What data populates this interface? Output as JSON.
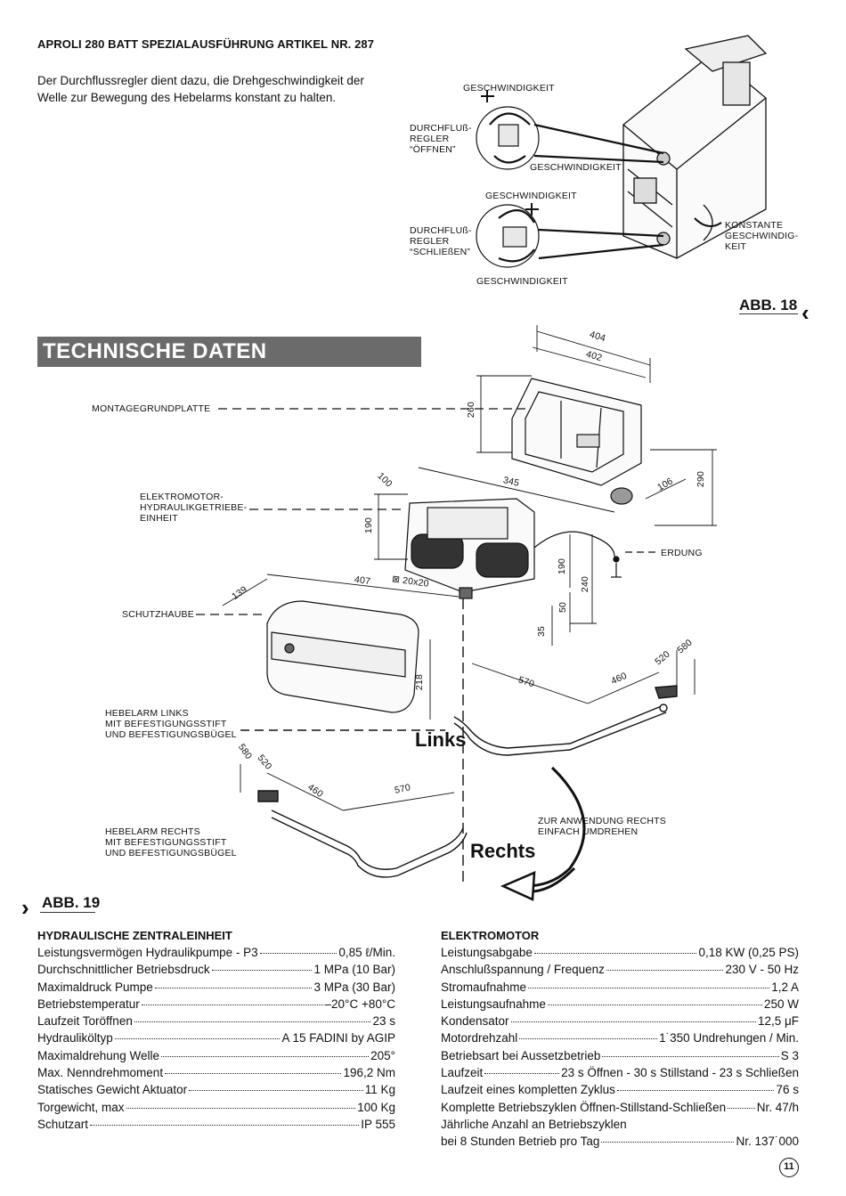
{
  "header": {
    "title": "APROLI 280 BATT SPEZIALAUSFÜHRUNG ARTIKEL NR. 287",
    "intro": "Der Durchflussregler dient dazu, die Drehgeschwindigkeit der Welle zur Bewegung des Hebelarms konstant zu halten."
  },
  "fig18": {
    "caption": "ABB. 18",
    "labels": {
      "speed_top": "GESCHWINDIGKEIT",
      "regler_open": "DURCHFLUß-\nREGLER\n“ÖFFNEN”",
      "speed_open_minus": "GESCHWINDIGKEIT",
      "speed_mid": "GESCHWINDIGKEIT",
      "regler_close": "DURCHFLUß-\nREGLER\n“SCHLIEßEN”",
      "speed_bottom": "GESCHWINDIGKEIT",
      "constant": "KONSTANTE\nGESCHWINDIG-\nKEIT"
    }
  },
  "section_title": "TECHNISCHE DATEN",
  "fig19": {
    "caption": "ABB. 19",
    "labels": {
      "montage": "MONTAGEGRUNDPLATTE",
      "motor": "ELEKTROMOTOR-\nHYDRAULIKGETRIEBE-\nEINHEIT",
      "erdung": "ERDUNG",
      "schutzhaube": "SCHUTZHAUBE",
      "hebel_links": "HEBELARM LINKS\nMIT BEFESTIGUNGSSTIFT\nUND BEFESTIGUNGSBÜGEL",
      "hebel_rechts": "HEBELARM RECHTS\nMIT BEFESTIGUNGSSTIFT\nUND BEFESTIGUNGSBÜGEL",
      "umdrehen": "ZUR ANWENDUNG RECHTS\nEINFACH UMDREHEN",
      "links": "Links",
      "rechts": "Rechts"
    },
    "dimensions": {
      "d404": "404",
      "d402": "402",
      "d260": "260",
      "d345": "345",
      "d106": "106",
      "d290": "290",
      "d100": "100",
      "d190a": "190",
      "d190b": "190",
      "d240": "240",
      "d50": "50",
      "d35": "35",
      "d407": "407",
      "d20x20": "20x20",
      "d139": "139",
      "d218": "218",
      "d570a": "570",
      "d460a": "460",
      "d520a": "520",
      "d580a": "580",
      "d580b": "580",
      "d520b": "520",
      "d460b": "460",
      "d570b": "570"
    }
  },
  "hydraulik": {
    "title": "HYDRAULISCHE ZENTRALEINHEIT",
    "rows": [
      {
        "key": "Leistungsvermögen Hydraulikpumpe - P3",
        "value": "0,85 ℓ/Min."
      },
      {
        "key": "Durchschnittlicher Betriebsdruck",
        "value": "1 MPa (10 Bar)"
      },
      {
        "key": "Maximaldruck Pumpe",
        "value": "3 MPa (30 Bar)"
      },
      {
        "key": "Betriebstemperatur",
        "value": "–20°C +80°C"
      },
      {
        "key": "Laufzeit Toröffnen",
        "value": "23 s"
      },
      {
        "key": "Hydrauliköltyp",
        "value": "A 15 FADINI by AGIP"
      },
      {
        "key": "Maximaldrehung Welle",
        "value": "205°"
      },
      {
        "key": "Max. Nenndrehmoment",
        "value": "196,2 Nm"
      },
      {
        "key": "Statisches Gewicht Aktuator",
        "value": "11 Kg"
      },
      {
        "key": "Torgewicht, max",
        "value": "100 Kg"
      },
      {
        "key": "Schutzart",
        "value": "IP 555"
      }
    ]
  },
  "elektromotor": {
    "title": "ELEKTROMOTOR",
    "rows": [
      {
        "key": "Leistungsabgabe",
        "value": "0,18 KW (0,25 PS)"
      },
      {
        "key": "Anschlußspannung / Frequenz",
        "value": "230 V - 50 Hz"
      },
      {
        "key": "Stromaufnahme",
        "value": "1,2 A"
      },
      {
        "key": "Leistungsaufnahme",
        "value": "250 W"
      },
      {
        "key": "Kondensator",
        "value": "12,5 μF"
      },
      {
        "key": "Motordrehzahl",
        "value": "1˙350 Undrehungen / Min."
      },
      {
        "key": "Betriebsart bei Aussetzbetrieb",
        "value": "S 3"
      },
      {
        "key": "Laufzeit",
        "value": "23 s Öffnen - 30 s Stillstand - 23 s Schließen"
      },
      {
        "key": "Laufzeit eines kompletten Zyklus",
        "value": "76 s"
      },
      {
        "key": "Komplette Betriebszyklen Öffnen-Stillstand-Schließen",
        "value": "Nr. 47/h"
      },
      {
        "key": "Jährliche Anzahl an Betriebszyklen",
        "value": ""
      },
      {
        "key": "bei 8 Stunden Betrieb pro Tag",
        "value": "Nr. 137˙000"
      }
    ]
  },
  "page_number": "11"
}
